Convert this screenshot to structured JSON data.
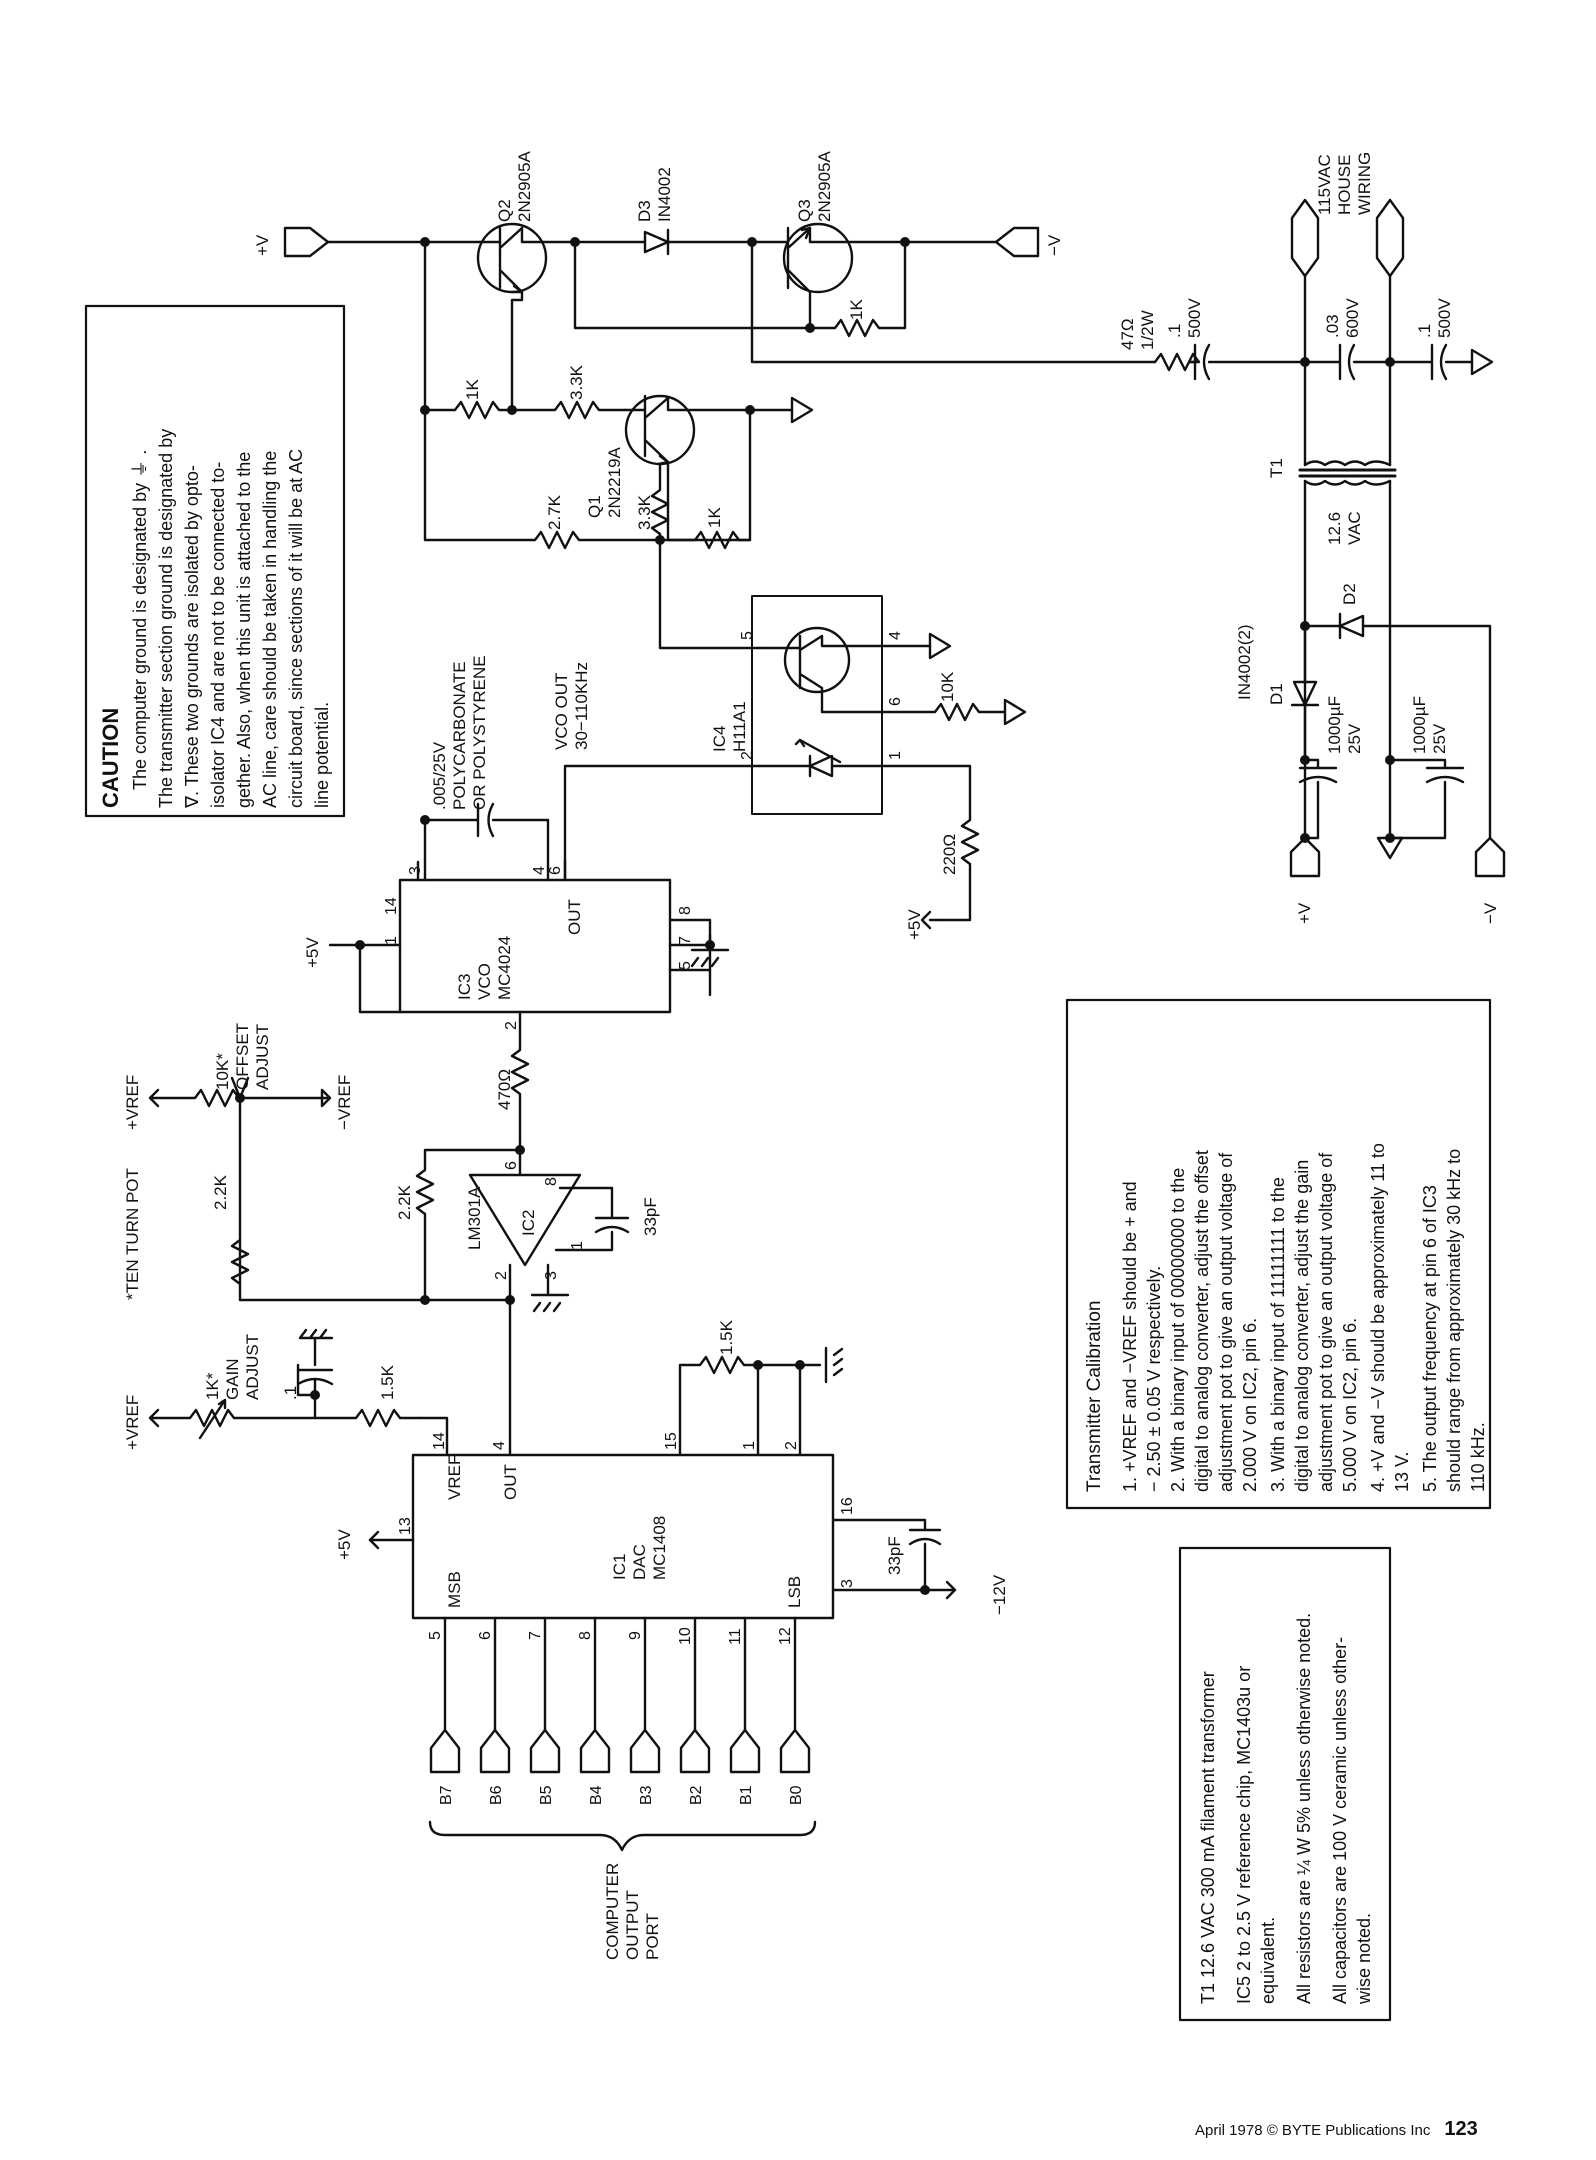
{
  "caution": {
    "title": "CAUTION",
    "lines": [
      "The computer ground is designated by ⏚ .",
      "The transmitter section ground is designated by",
      "∇. These two grounds are isolated by opto-",
      "isolator IC4 and are not to be connected to-",
      "gether. Also, when this unit is attached to the",
      "AC line, care should be taken in handling the",
      "circuit board, since sections of it will be at AC",
      "line potential."
    ]
  },
  "calibration": {
    "title": "Transmitter Calibration",
    "lines": [
      "1.  +VREF  and  −VREF  should  be  +  and",
      "     − 2.50 ± 0.05 V respectively.",
      "2.  With  a  binary  input  of  00000000  to the",
      "     digital to analog converter, adjust the offset",
      "     adjustment pot to give an output voltage of",
      "     2.000 V on IC2, pin 6.",
      "3.  With  a  binary  input  of  11111111  to  the",
      "     digital to analog converter, adjust the gain",
      "     adjustment pot to give an output voltage of",
      "     5.000 V on IC2, pin 6.",
      "4.  +V and −V should be approximately 11 to",
      "     13 V.",
      "5.  The  output  frequency  at  pin  6  of  IC3",
      "     should range from approximately 30 kHz to",
      "     110 kHz."
    ]
  },
  "notes": {
    "lines": [
      "T1   12.6 VAC  300 mA  filament  transformer",
      "IC5  2  to  2.5 V  reference  chip,  MC1403u  or",
      "        equivalent.",
      "All resistors are ¼ W 5% unless otherwise noted.",
      "All capacitors are 100 V ceramic unless other-",
      "wise noted."
    ]
  },
  "labels": {
    "plus_v": "+V",
    "minus_v": "−V",
    "plus_5v": "+5V",
    "minus_12v": "−12V",
    "plus_vref": "+VREF",
    "minus_vref": "−VREF",
    "ten_turn": "*TEN TURN POT",
    "gain_pot": [
      "1K*",
      "GAIN",
      "ADJUST"
    ],
    "offset_pot": [
      "10K*",
      "OFFSET",
      "ADJUST"
    ],
    "r_2_2k": "2.2K",
    "r_1_5k": "1.5K",
    "r_470": "470Ω",
    "r_1k": "1K",
    "r_3_3k": "3.3K",
    "r_2_7k": "2.7K",
    "r_10k": "10K",
    "r_220": "220Ω",
    "r_47": [
      "47Ω",
      "1/2W"
    ],
    "c_p1": ".1",
    "c_33pf": "33pF",
    "c_vco": [
      ".005/25V",
      "POLYCARBONATE",
      "OR POLYSTYRENE"
    ],
    "c_p1_500v": [
      ".1",
      "500V"
    ],
    "c_p03_600v": [
      ".03",
      "600V"
    ],
    "c_1000uf": [
      "1000µF",
      "25V"
    ],
    "ic1": [
      "IC1",
      "DAC",
      "MC1408"
    ],
    "ic1_pins": {
      "vref": "VREF",
      "out": "OUT",
      "msb": "MSB",
      "lsb": "LSB"
    },
    "ic2": [
      "LM301A",
      "IC2"
    ],
    "ic3": [
      "IC3",
      "VCO",
      "MC4024"
    ],
    "ic3_out": "OUT",
    "ic4": [
      "IC4",
      "H11A1"
    ],
    "vco_out": [
      "VCO OUT",
      "30−110KHz"
    ],
    "q1": [
      "Q1",
      "2N2219A"
    ],
    "q2": [
      "Q2",
      "2N2905A"
    ],
    "q3": [
      "Q3",
      "2N2905A"
    ],
    "d3": [
      "D3",
      "IN4002"
    ],
    "t1": "T1",
    "t1_sec": [
      "12.6",
      "VAC"
    ],
    "house": [
      "115VAC",
      "HOUSE",
      "WIRING"
    ],
    "d1": "D1",
    "d2": "D2",
    "diode_type": "IN4002(2)",
    "port": [
      "COMPUTER",
      "OUTPUT",
      "PORT"
    ],
    "bits": [
      "B7",
      "B6",
      "B5",
      "B4",
      "B3",
      "B2",
      "B1",
      "B0"
    ],
    "bit_pins": [
      "5",
      "6",
      "7",
      "8",
      "9",
      "10",
      "11",
      "12"
    ]
  },
  "footer": {
    "text": "April 1978 © BYTE Publications Inc",
    "page": "123"
  }
}
